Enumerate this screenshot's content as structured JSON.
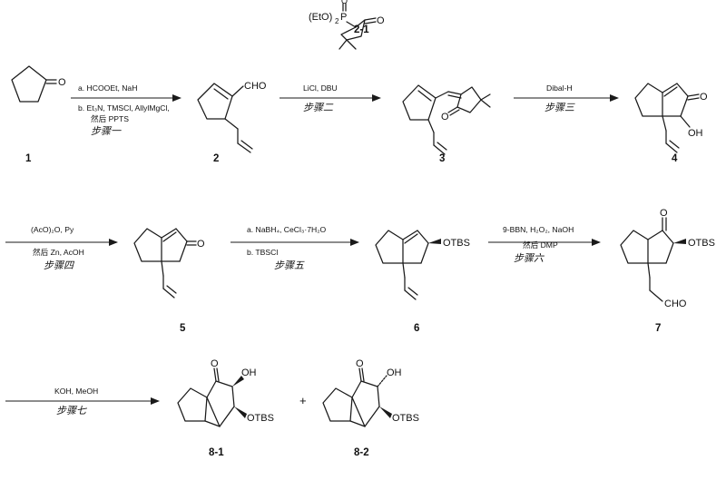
{
  "compounds": {
    "c1": "1",
    "c2": "2",
    "c3": "3",
    "c4": "4",
    "c5": "5",
    "c6": "6",
    "c7": "7",
    "c8_1": "8-1",
    "c8_2": "8-2",
    "reagent_2_1": "2-1"
  },
  "atoms": {
    "O": "O",
    "CHO": "CHO",
    "OH": "OH",
    "OTBS": "OTBS",
    "EtO2P": "(EtO)",
    "sub2": "2",
    "P": "P"
  },
  "steps": {
    "s1": {
      "a": "a. HCOOEt, NaH",
      "b": "b. Et₃N, TMSCl, AllylMgCl,",
      "c": "然后  PPTS",
      "label": "步骤一"
    },
    "s2": {
      "a": "LiCl, DBU",
      "label": "步骤二"
    },
    "s3": {
      "a": "Dibal-H",
      "label": "步骤三"
    },
    "s4": {
      "a": "(AcO)₂O, Py",
      "b": "然后  Zn, AcOH",
      "label": "步骤四"
    },
    "s5": {
      "a": "a. NaBH₄, CeCl₃·7H₂O",
      "b": "b. TBSCl",
      "label": "步骤五"
    },
    "s6": {
      "a": "9-BBN, H₂O₂, NaOH",
      "b": "然后  DMP",
      "label": "步骤六"
    },
    "s7": {
      "a": "KOH, MeOH",
      "label": "步骤七"
    }
  },
  "plus_sign": "+"
}
